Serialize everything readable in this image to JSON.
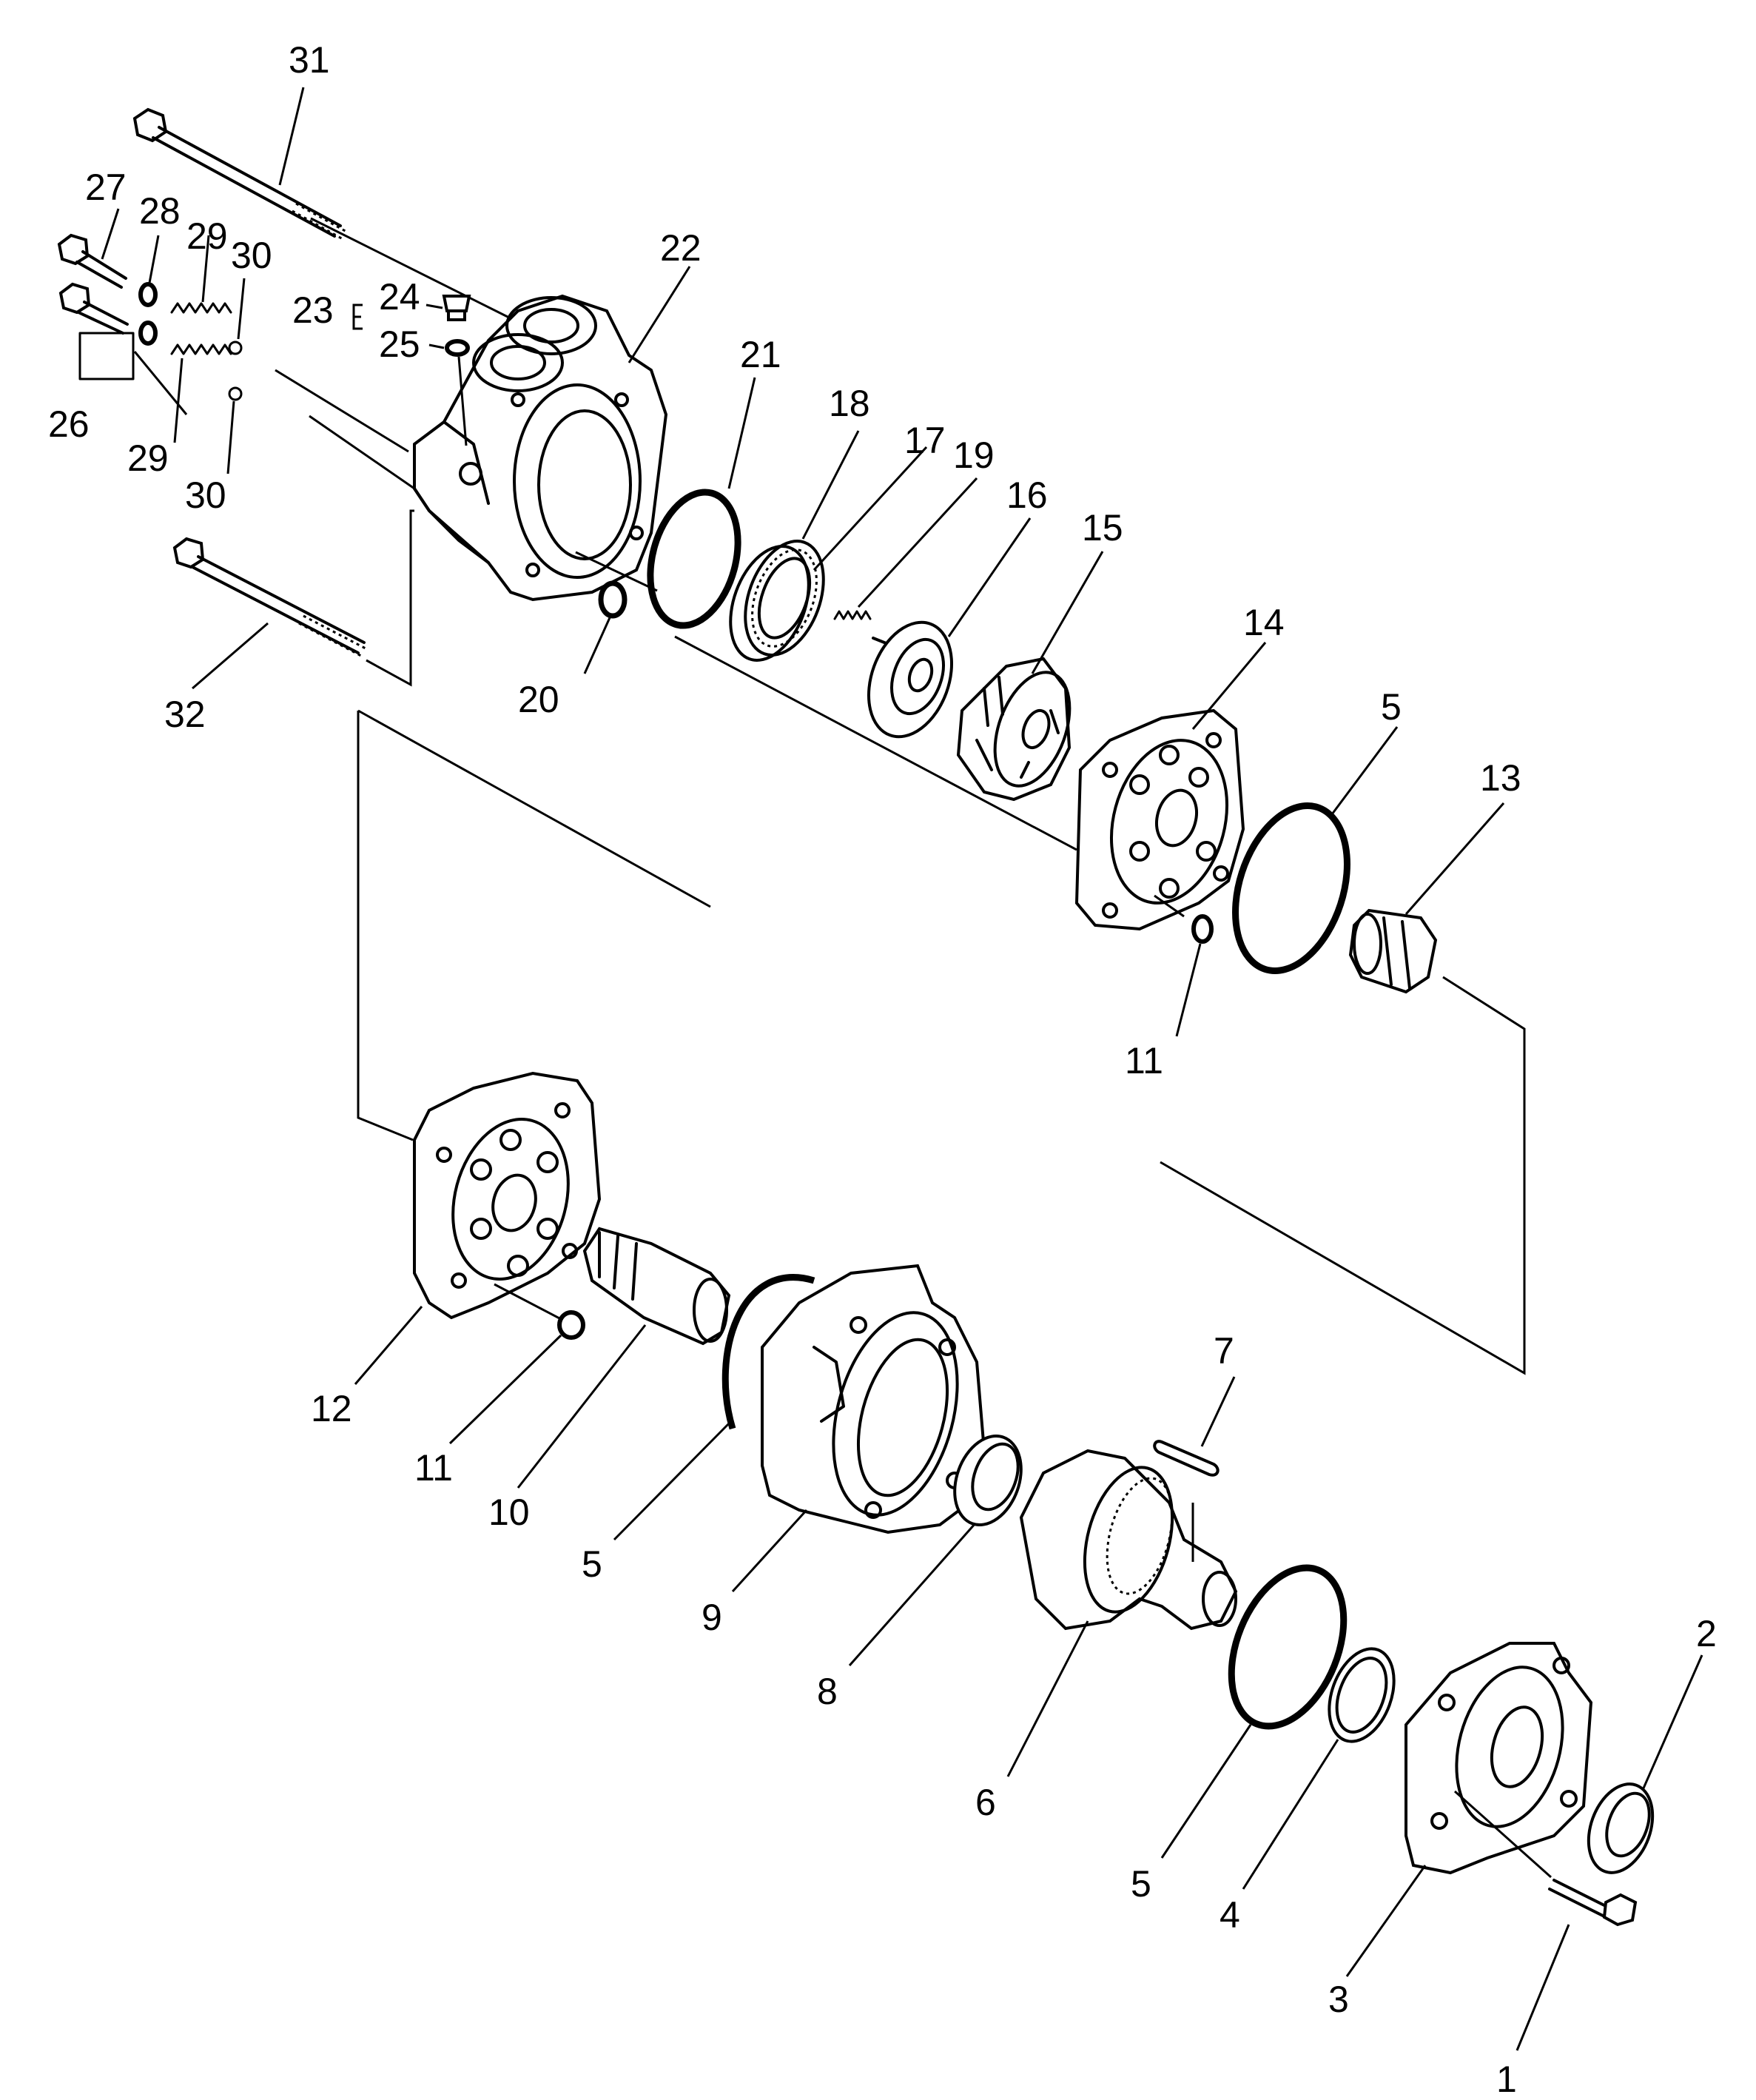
{
  "diagram": {
    "callouts": [
      {
        "id": "1",
        "label": "1"
      },
      {
        "id": "2",
        "label": "2"
      },
      {
        "id": "3",
        "label": "3"
      },
      {
        "id": "4",
        "label": "4"
      },
      {
        "id": "5a",
        "label": "5"
      },
      {
        "id": "5b",
        "label": "5"
      },
      {
        "id": "5c",
        "label": "5"
      },
      {
        "id": "6",
        "label": "6"
      },
      {
        "id": "7",
        "label": "7"
      },
      {
        "id": "8",
        "label": "8"
      },
      {
        "id": "9",
        "label": "9"
      },
      {
        "id": "10",
        "label": "10"
      },
      {
        "id": "11a",
        "label": "11"
      },
      {
        "id": "11b",
        "label": "11"
      },
      {
        "id": "12",
        "label": "12"
      },
      {
        "id": "13",
        "label": "13"
      },
      {
        "id": "14",
        "label": "14"
      },
      {
        "id": "15",
        "label": "15"
      },
      {
        "id": "16",
        "label": "16"
      },
      {
        "id": "17",
        "label": "17"
      },
      {
        "id": "18",
        "label": "18"
      },
      {
        "id": "19",
        "label": "19"
      },
      {
        "id": "20",
        "label": "20"
      },
      {
        "id": "21",
        "label": "21"
      },
      {
        "id": "22",
        "label": "22"
      },
      {
        "id": "23",
        "label": "23"
      },
      {
        "id": "24",
        "label": "24"
      },
      {
        "id": "25",
        "label": "25"
      },
      {
        "id": "26",
        "label": "26"
      },
      {
        "id": "27",
        "label": "27"
      },
      {
        "id": "28",
        "label": "28"
      },
      {
        "id": "29a",
        "label": "29"
      },
      {
        "id": "29b",
        "label": "29"
      },
      {
        "id": "30a",
        "label": "30"
      },
      {
        "id": "30b",
        "label": "30"
      },
      {
        "id": "31",
        "label": "31"
      },
      {
        "id": "32",
        "label": "32"
      }
    ]
  }
}
